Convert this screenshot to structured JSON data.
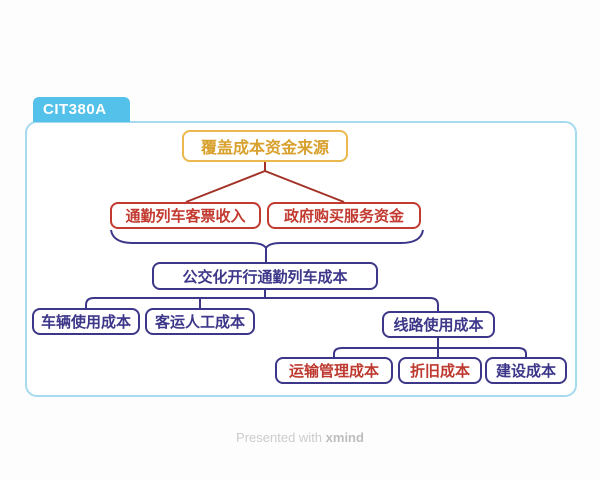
{
  "tab": {
    "label": "CIT380A"
  },
  "footer": {
    "prefix": "Presented with ",
    "brand": "xmind"
  },
  "colors": {
    "tab_blue": "#53c1e9",
    "canvas_border": "#a6daee",
    "gold_border": "#eab84e",
    "gold_text": "#d8a02c",
    "red": "#c23a30",
    "fork_red": "#a33226",
    "indigo": "#3d3789",
    "footer_gray": "#c9c9c9"
  },
  "nodes": {
    "root": "覆盖成本资金来源",
    "ticket_income": "通勤列车客票收入",
    "gov_funding": "政府购买服务资金",
    "operating_cost": "公交化开行通勤列车成本",
    "vehicle_cost": "车辆使用成本",
    "labor_cost": "客运人工成本",
    "line_cost": "线路使用成本",
    "transport_mgmt_cost": "运输管理成本",
    "depreciation_cost": "折旧成本",
    "construction_cost": "建设成本"
  }
}
